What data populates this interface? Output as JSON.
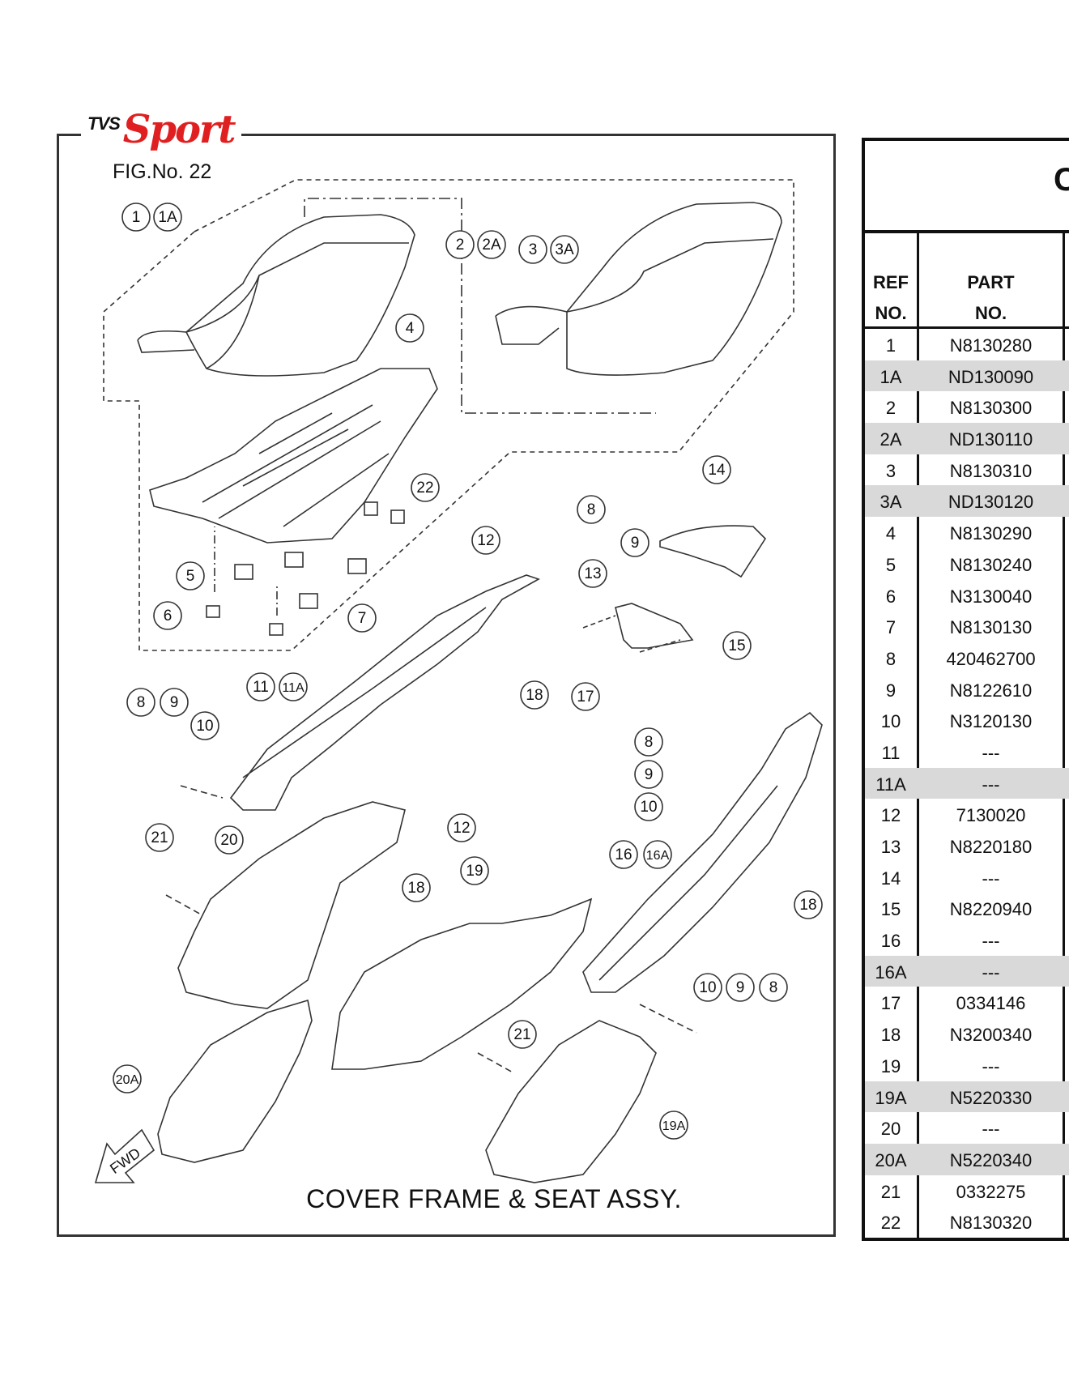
{
  "brand": {
    "prefix": "TVS",
    "name": "Sport"
  },
  "figure": {
    "number_label": "FIG.No. 22",
    "caption": "COVER FRAME & SEAT ASSY.",
    "fwd_label": "FWD",
    "callouts": [
      "1",
      "1A",
      "2",
      "2A",
      "3",
      "3A",
      "4",
      "22",
      "5",
      "6",
      "7",
      "12",
      "8",
      "9",
      "13",
      "14",
      "15",
      "17",
      "18",
      "8",
      "9",
      "10",
      "11",
      "11A",
      "21",
      "20",
      "12",
      "18",
      "19",
      "16",
      "16A",
      "8",
      "9",
      "10",
      "18",
      "10",
      "9",
      "8",
      "21",
      "20A",
      "19A"
    ]
  },
  "table": {
    "title_fragment": "C",
    "headers": {
      "ref_line1": "REF",
      "ref_line2": "NO.",
      "part_line1": "PART",
      "part_line2": "NO."
    },
    "rows": [
      {
        "ref": "1",
        "part": "N8130280",
        "shaded": false
      },
      {
        "ref": "1A",
        "part": "ND130090",
        "shaded": true
      },
      {
        "ref": "2",
        "part": "N8130300",
        "shaded": false
      },
      {
        "ref": "2A",
        "part": "ND130110",
        "shaded": true
      },
      {
        "ref": "3",
        "part": "N8130310",
        "shaded": false
      },
      {
        "ref": "3A",
        "part": "ND130120",
        "shaded": true
      },
      {
        "ref": "4",
        "part": "N8130290",
        "shaded": false
      },
      {
        "ref": "5",
        "part": "N8130240",
        "shaded": false
      },
      {
        "ref": "6",
        "part": "N3130040",
        "shaded": false
      },
      {
        "ref": "7",
        "part": "N8130130",
        "shaded": false
      },
      {
        "ref": "8",
        "part": "420462700",
        "shaded": false
      },
      {
        "ref": "9",
        "part": "N8122610",
        "shaded": false
      },
      {
        "ref": "10",
        "part": "N3120130",
        "shaded": false
      },
      {
        "ref": "11",
        "part": "---",
        "shaded": false
      },
      {
        "ref": "11A",
        "part": "---",
        "shaded": true
      },
      {
        "ref": "12",
        "part": "7130020",
        "shaded": false
      },
      {
        "ref": "13",
        "part": "N8220180",
        "shaded": false
      },
      {
        "ref": "14",
        "part": "---",
        "shaded": false
      },
      {
        "ref": "15",
        "part": "N8220940",
        "shaded": false
      },
      {
        "ref": "16",
        "part": "---",
        "shaded": false
      },
      {
        "ref": "16A",
        "part": "---",
        "shaded": true
      },
      {
        "ref": "17",
        "part": "0334146",
        "shaded": false
      },
      {
        "ref": "18",
        "part": "N3200340",
        "shaded": false
      },
      {
        "ref": "19",
        "part": "---",
        "shaded": false
      },
      {
        "ref": "19A",
        "part": "N5220330",
        "shaded": true
      },
      {
        "ref": "20",
        "part": "---",
        "shaded": false
      },
      {
        "ref": "20A",
        "part": "N5220340",
        "shaded": true
      },
      {
        "ref": "21",
        "part": "0332275",
        "shaded": false
      },
      {
        "ref": "22",
        "part": "N8130320",
        "shaded": false
      }
    ]
  }
}
